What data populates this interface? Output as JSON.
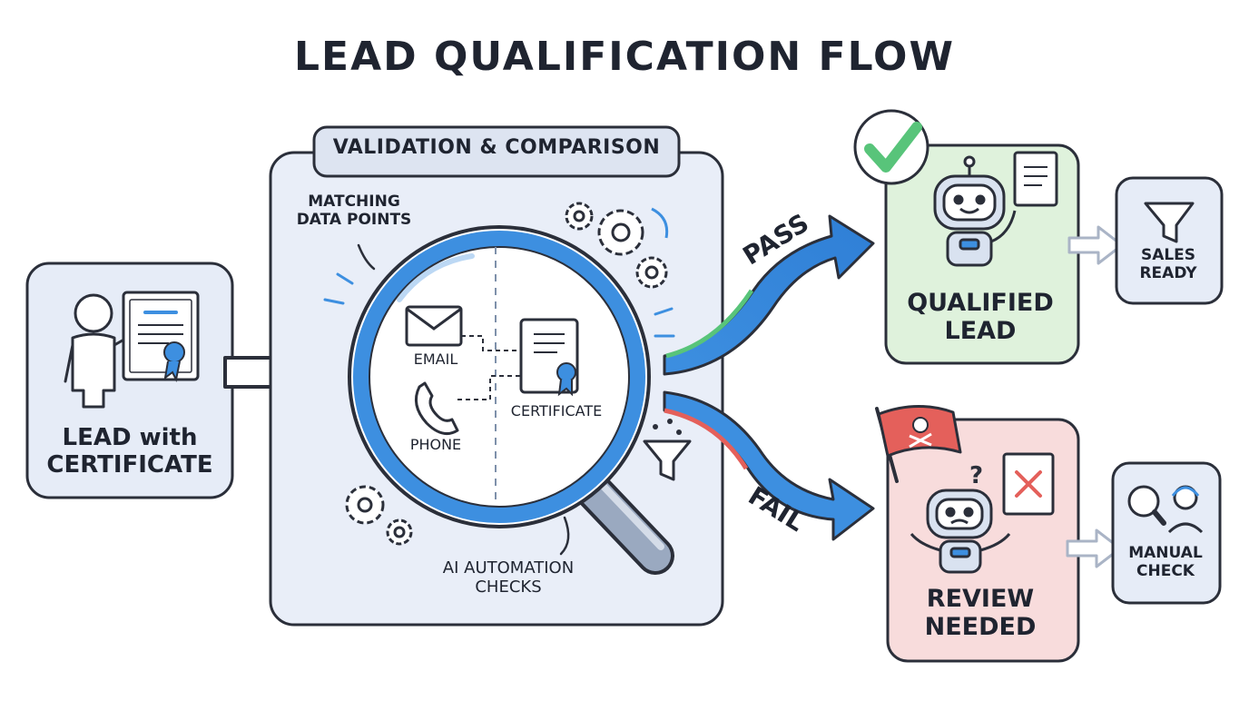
{
  "title": "LEAD QUALIFICATION FLOW",
  "lead": {
    "line1": "LEAD with",
    "line2": "CERTIFICATE"
  },
  "validation": {
    "header": "VALIDATION & COMPARISON",
    "matching_line1": "MATCHING",
    "matching_line2": "DATA POINTS",
    "email": "EMAIL",
    "phone": "PHONE",
    "certificate": "CERTIFICATE",
    "ai_line1": "AI AUTOMATION",
    "ai_line2": "CHECKS"
  },
  "branches": {
    "pass": "PASS",
    "fail": "FAIL"
  },
  "qualified": {
    "line1": "QUALIFIED",
    "line2": "LEAD"
  },
  "review": {
    "line1": "REVIEW",
    "line2": "NEEDED"
  },
  "sales": {
    "line1": "SALES",
    "line2": "READY"
  },
  "manual": {
    "line1": "MANUAL",
    "line2": "CHECK"
  },
  "colors": {
    "ink": "#1f2430",
    "box_fill": "#e6ecf7",
    "box_stroke": "#2b2f3a",
    "lens_blue": "#3d8fe0",
    "pass_green": "#58c47a",
    "qualified_fill": "#dff2dc",
    "fail_red": "#e4605b",
    "review_fill": "#f8dcdc",
    "arrow_gray": "#aab4c6"
  }
}
